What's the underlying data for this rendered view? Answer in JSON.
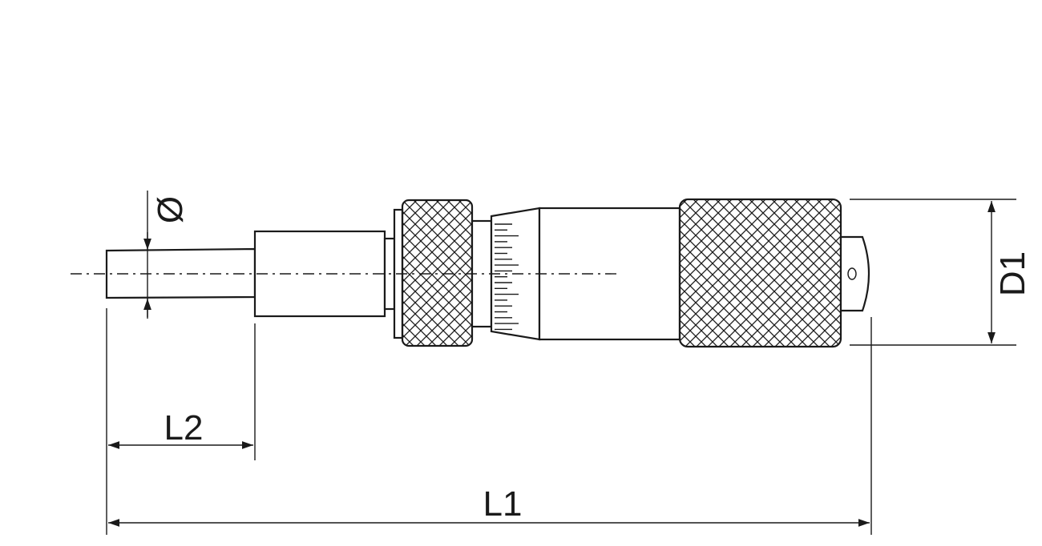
{
  "labels": {
    "diameter": "Ø",
    "d1": "D1",
    "l1": "L1",
    "l2": "L2"
  },
  "colors": {
    "line": "#1a1a1a",
    "background": "#ffffff"
  }
}
